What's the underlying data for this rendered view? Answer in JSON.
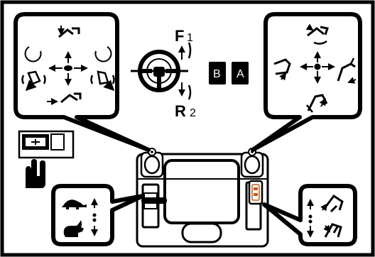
{
  "control_decal": {
    "shift_forward_letter": "F",
    "shift_forward_number": "1",
    "shift_reverse_letter": "R",
    "shift_reverse_number": "2",
    "mode_b": "B",
    "mode_a": "A"
  },
  "colors": {
    "ink": "#000000",
    "paper": "#ffffff"
  }
}
